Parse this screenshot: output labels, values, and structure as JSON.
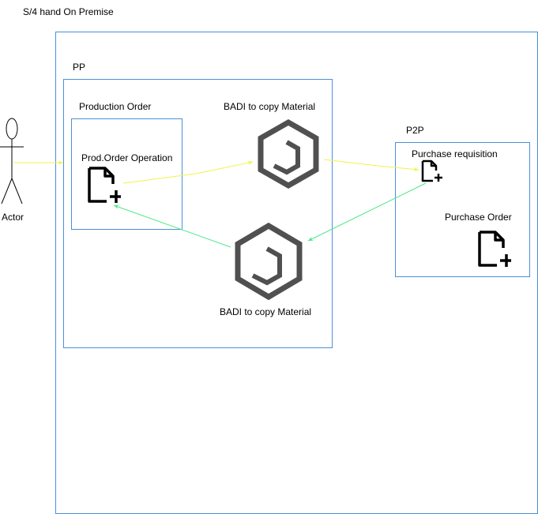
{
  "diagram": {
    "title": "S/4 hand On Premise",
    "actor": {
      "label": "Actor"
    },
    "pp": {
      "label": "PP",
      "production_order": {
        "label": "Production Order",
        "operation_label": "Prod.Order Operation"
      },
      "badi_top_label": "BADI to copy Material",
      "badi_bottom_label": "BADI to copy Material"
    },
    "p2p": {
      "label": "P2P",
      "purchase_requisition_label": "Purchase requisition",
      "purchase_order_label": "Purchase Order"
    },
    "colors": {
      "container_border": "#4a90d9",
      "flow_yellow": "#f2f24a",
      "flow_green": "#4de88a",
      "icon_gray": "#505050",
      "icon_black": "#000000"
    },
    "icons": {
      "badi": "hexagon-cube-icon",
      "document": "document-plus-icon",
      "actor": "stick-figure-icon"
    }
  }
}
